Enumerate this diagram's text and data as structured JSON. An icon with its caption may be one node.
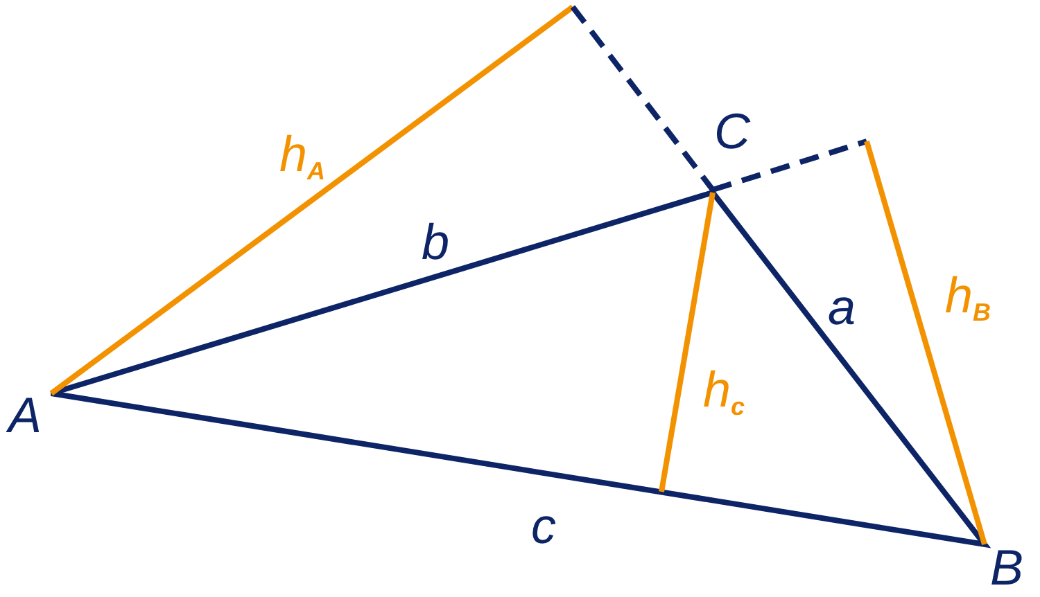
{
  "diagram": {
    "labels": [
      "h$_{A}$",
      "C",
      "b",
      "a",
      "h$_{B}$",
      "A",
      "h$_{c}$",
      "c",
      "B"
    ]
  }
}
